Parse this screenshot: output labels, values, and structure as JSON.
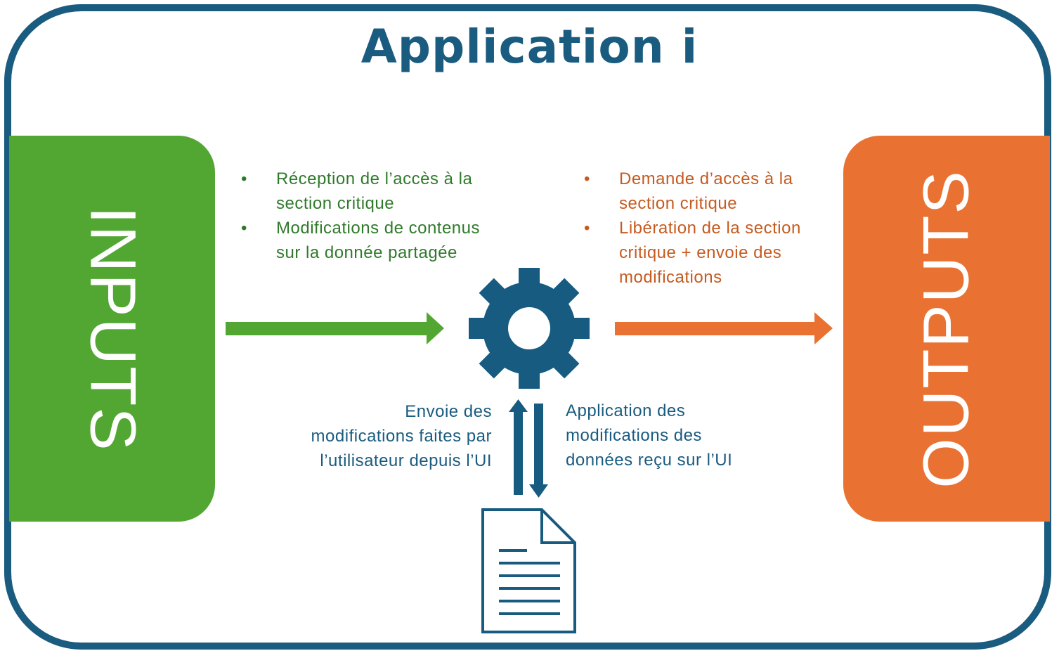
{
  "title": "Application i",
  "inputs": {
    "label": "INPUTS",
    "bullets": [
      "Réception de l’accès à la section critique",
      "Modifications de contenus sur la donnée partagée"
    ]
  },
  "outputs": {
    "label": "OUTPUTS",
    "bullets": [
      "Demande d’accès à la section critique",
      "Libération de la section critique + envoie des modifications"
    ]
  },
  "notes": {
    "left": "Envoie des modifications faites par l’utilisateur depuis l’UI",
    "right": "Application des modifications des données reçu sur l’UI"
  },
  "icons": {
    "center": "gear-icon",
    "bottom": "document-icon"
  },
  "colors": {
    "frame": "#1a5b80",
    "inputs": "#52a733",
    "outputs": "#e97233",
    "input_text": "#2f7a2a",
    "output_text": "#c65a1f",
    "icon": "#175b81"
  }
}
